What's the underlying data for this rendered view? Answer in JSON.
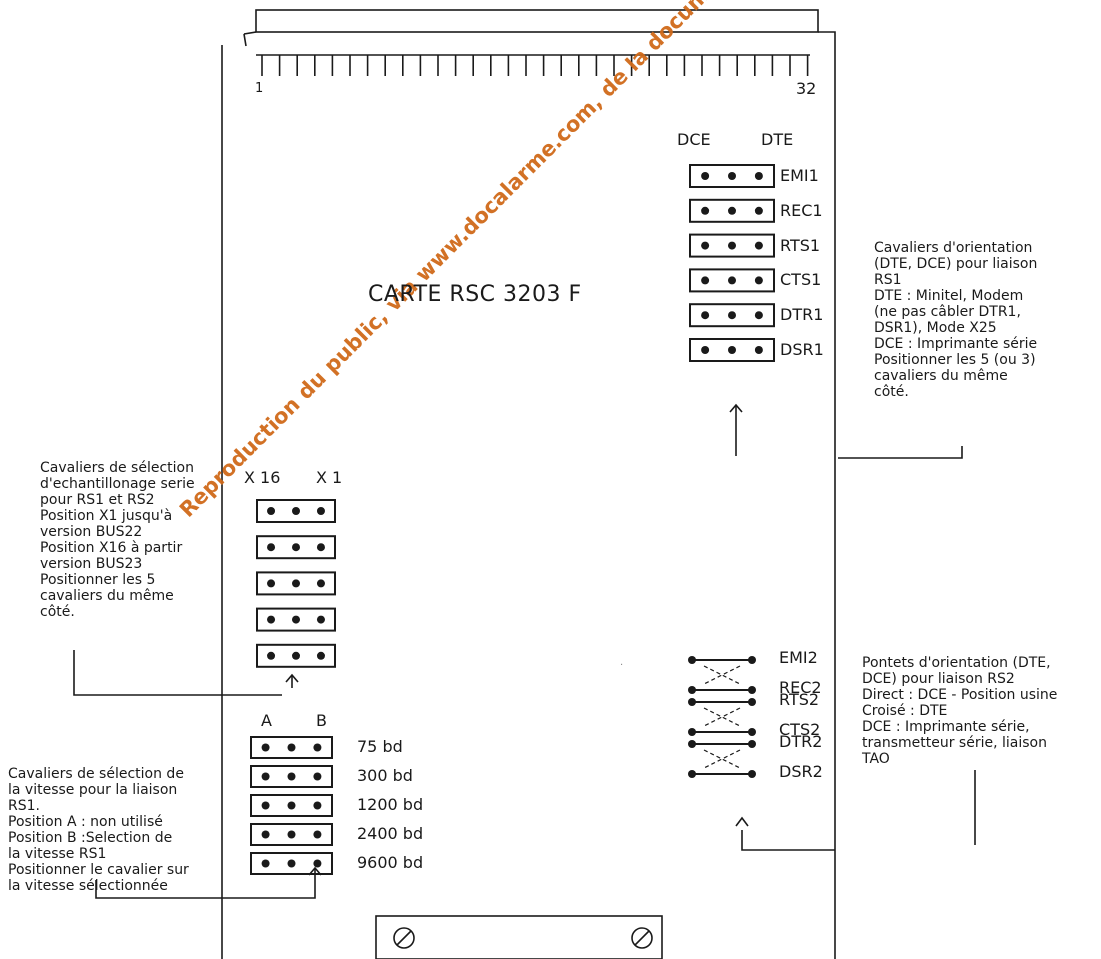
{
  "board_title": "CARTE RSC 3203 F",
  "connector": {
    "pin_first": "1",
    "pin_last": "32"
  },
  "rs1_orientation": {
    "headers": {
      "left": "DCE",
      "right": "DTE"
    },
    "jumpers": [
      "EMI1",
      "REC1",
      "RTS1",
      "CTS1",
      "DTR1",
      "DSR1"
    ],
    "note": [
      "Cavaliers d'orientation",
      "(DTE, DCE) pour liaison",
      "RS1",
      "DTE : Minitel, Modem",
      "(ne pas câbler DTR1,",
      "DSR1), Mode X25",
      "DCE : Imprimante série",
      "Positionner les 5 (ou 3)",
      "cavaliers du même",
      "côté."
    ]
  },
  "sampling": {
    "headers": {
      "left": "X 16",
      "right": "X 1"
    },
    "jumper_count": 5,
    "note": [
      "Cavaliers de sélection",
      "d'echantillonage serie",
      "pour RS1 et RS2",
      "Position X1 jusqu'à",
      "version BUS22",
      "Position X16 à partir",
      "version BUS23",
      "Positionner les 5",
      "cavaliers du même",
      "côté."
    ]
  },
  "speed": {
    "headers": {
      "left": "A",
      "right": "B"
    },
    "rates": [
      "75  bd",
      "300 bd",
      "1200 bd",
      "2400 bd",
      "9600 bd"
    ],
    "note": [
      "Cavaliers de sélection de",
      "la vitesse pour la liaison",
      "RS1.",
      "Position A : non utilisé",
      "Position B :Selection de",
      "la vitesse RS1",
      "Positionner le cavalier sur",
      "la vitesse sélectionnée"
    ]
  },
  "rs2_orientation": {
    "bridges": [
      "EMI2",
      "REC2",
      "RTS2",
      "CTS2",
      "DTR2",
      "DSR2"
    ],
    "note": [
      "Pontets d'orientation (DTE,",
      "DCE) pour liaison RS2",
      "Direct : DCE - Position usine",
      "Croisé : DTE",
      "DCE : Imprimante série,",
      "transmetteur série, liaison",
      "TAO"
    ]
  },
  "watermark": "Reproduction du public, via www.docalarme.com, de la documentation technique dont les références",
  "colors": {
    "ink": "#1a1a1a",
    "watermark": "#d06a1a",
    "background": "#ffffff"
  }
}
